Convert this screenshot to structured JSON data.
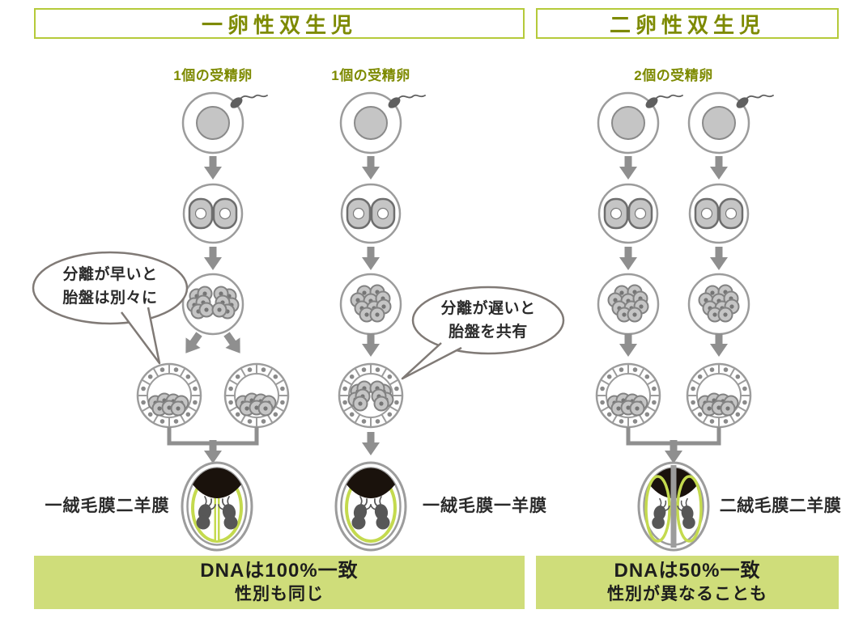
{
  "headers": {
    "identical": "一卵性双生児",
    "fraternal": "二卵性双生児"
  },
  "egg_labels": {
    "identical_col1": "1個の受精卵",
    "identical_col2": "1個の受精卵",
    "fraternal": "2個の受精卵"
  },
  "speech_bubbles": {
    "early_split": {
      "line1": "分離が早いと",
      "line2": "胎盤は別々に"
    },
    "late_split": {
      "line1": "分離が遅いと",
      "line2": "胎盤を共有"
    }
  },
  "membrane_labels": {
    "mono_di": "一絨毛膜二羊膜",
    "mono_mono": "一絨毛膜一羊膜",
    "di_di": "二絨毛膜二羊膜"
  },
  "results": {
    "identical": {
      "line1": "DNAは100%一致",
      "line2": "性別も同じ"
    },
    "fraternal": {
      "line1": "DNAは50%一致",
      "line2": "性別が異なることも"
    }
  },
  "colors": {
    "olive_text": "#7d8a00",
    "box_border": "#b5ca3a",
    "result_box_bg": "#cfdd7a",
    "amnion_green": "#c4da4e",
    "diagram_gray": "#8f8f8f",
    "placenta_black": "#1a120c"
  }
}
